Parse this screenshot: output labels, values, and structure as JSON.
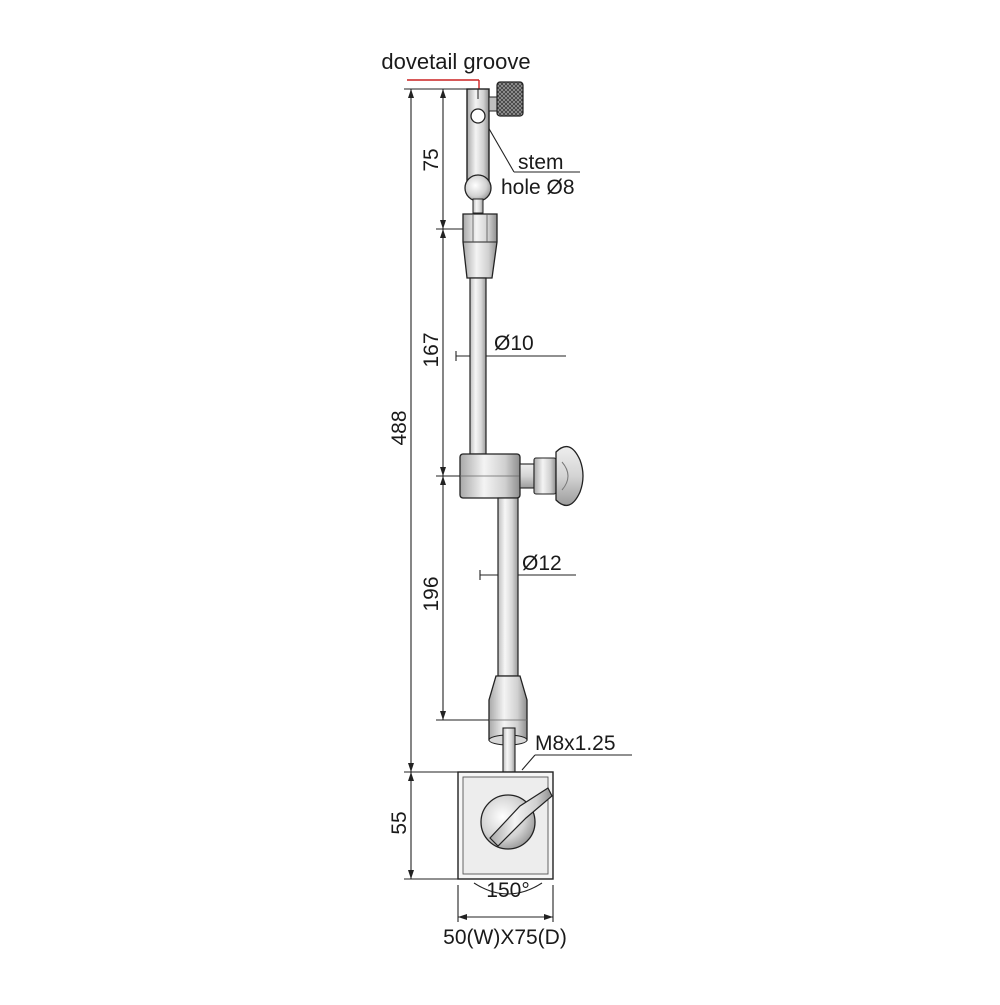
{
  "labels": {
    "dovetail_groove": "dovetail groove",
    "stem": "stem",
    "hole": "hole Ø8",
    "rod_upper_dia": "Ø10",
    "rod_lower_dia": "Ø12",
    "thread": "M8x1.25",
    "base_size": "50(W)X75(D)",
    "angle": "150°"
  },
  "dimensions": {
    "total_height": "488",
    "top_segment": "75",
    "upper_rod": "167",
    "lower_rod": "196",
    "base_height": "55"
  },
  "colors": {
    "line": "#222222",
    "highlight": "#cc2222",
    "metal_light": "#f2f2f2",
    "metal_mid": "#cfcfcf",
    "metal_dark": "#8a8a8a"
  }
}
